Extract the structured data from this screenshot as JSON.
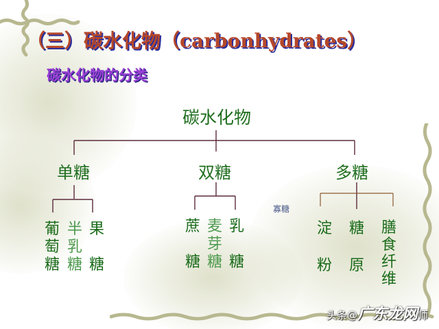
{
  "slide": {
    "title": "（三）碳水化物（carbonhydrates）",
    "subtitle": "碳水化物的分类"
  },
  "tree": {
    "root": "碳水化物",
    "categories": [
      {
        "label": "单糖",
        "children": [
          {
            "chars": [
              "葡",
              "萄",
              "糖"
            ]
          },
          {
            "chars": [
              "半",
              "乳",
              "糖"
            ]
          },
          {
            "chars": [
              "果",
              "糖"
            ]
          }
        ]
      },
      {
        "label": "双糖",
        "children": [
          {
            "chars": [
              "蔗",
              "糖"
            ]
          },
          {
            "chars": [
              "麦",
              "芽",
              "糖"
            ]
          },
          {
            "chars": [
              "乳",
              "糖"
            ]
          }
        ]
      },
      {
        "label": "多糖",
        "children": [
          {
            "chars": [
              "淀",
              "粉"
            ]
          },
          {
            "chars": [
              "糖",
              "原"
            ]
          },
          {
            "chars": [
              "膳",
              "食",
              "纤",
              "维"
            ]
          }
        ]
      }
    ],
    "side_note": "寡糖"
  },
  "watermark": {
    "prefix": "头条@",
    "brand": "广东龙网",
    "suffix": "师"
  },
  "colors": {
    "title": "#b5472a",
    "title_shadow": "#2b2f9a",
    "subtitle": "#9b3fd6",
    "node_green": "#1f6e1f",
    "leaf_light_green": "#4f9a4f",
    "line_color": "#5a2a3a",
    "vine": "#b8b890"
  }
}
